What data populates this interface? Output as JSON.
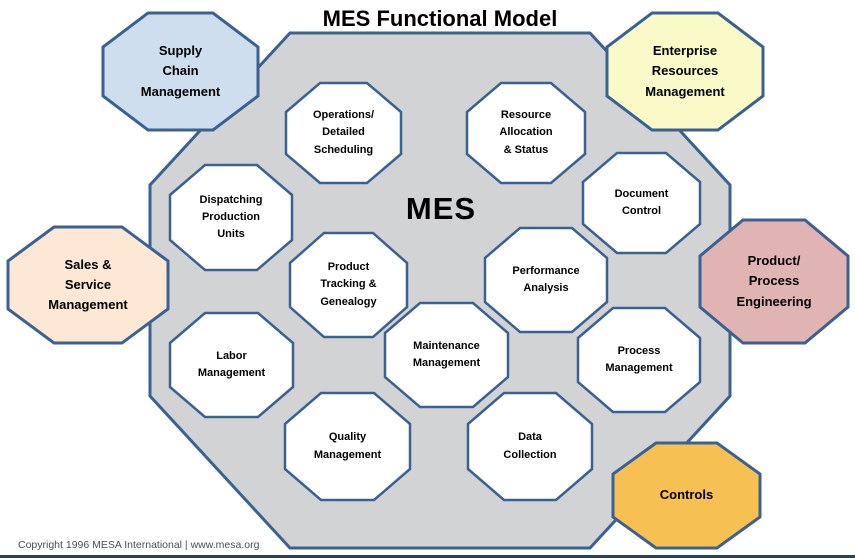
{
  "title": "MES Functional Model",
  "hub": {
    "label": "MES"
  },
  "footer": {
    "copyright": "Copyright 1996 MESA International | www.mesa.org"
  },
  "colors": {
    "outline": "#3a6191",
    "hub_fill": "#d2d3d4",
    "node_fill": "#ffffff",
    "bottom_bar": "#24406b",
    "supply_chain_fill": "#cfdeee",
    "enterprise_fill": "#fafac9",
    "sales_service_fill": "#fce8d4",
    "product_process_fill": "#e0b4b3",
    "controls_fill": "#f6c152"
  },
  "external_nodes": [
    {
      "id": "supply-chain-management",
      "label": "Supply\nChain\nManagement"
    },
    {
      "id": "enterprise-resources-management",
      "label": "Enterprise\nResources\nManagement"
    },
    {
      "id": "sales-service-management",
      "label": "Sales &\nService\nManagement"
    },
    {
      "id": "product-process-engineering",
      "label": "Product/\nProcess\nEngineering"
    },
    {
      "id": "controls",
      "label": "Controls"
    }
  ],
  "internal_nodes": [
    {
      "id": "operations-detailed-scheduling",
      "label": "Operations/\nDetailed\nScheduling"
    },
    {
      "id": "resource-allocation-status",
      "label": "Resource\nAllocation\n& Status"
    },
    {
      "id": "dispatching-production-units",
      "label": "Dispatching\nProduction\nUnits"
    },
    {
      "id": "document-control",
      "label": "Document\nControl"
    },
    {
      "id": "product-tracking-genealogy",
      "label": "Product\nTracking &\nGenealogy"
    },
    {
      "id": "performance-analysis",
      "label": "Performance\nAnalysis"
    },
    {
      "id": "maintenance-management",
      "label": "Maintenance\nManagement"
    },
    {
      "id": "process-management",
      "label": "Process\nManagement"
    },
    {
      "id": "labor-management",
      "label": "Labor\nManagement"
    },
    {
      "id": "quality-management",
      "label": "Quality\nManagement"
    },
    {
      "id": "data-collection",
      "label": "Data\nCollection"
    }
  ]
}
